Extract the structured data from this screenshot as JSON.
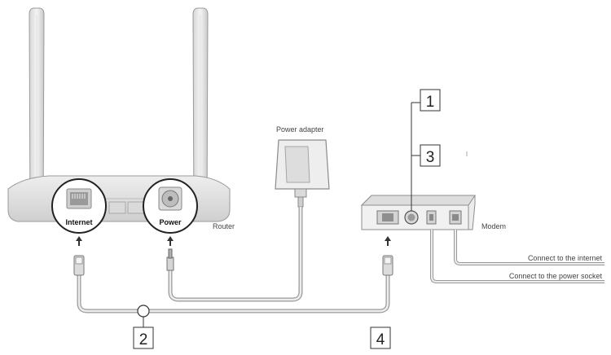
{
  "router": {
    "label": "Router",
    "ports": {
      "internet": "Internet",
      "power": "Power"
    }
  },
  "adapter": {
    "label": "Power adapter"
  },
  "modem": {
    "label": "Modem"
  },
  "steps": {
    "s1": "1",
    "s2": "2",
    "s3": "3",
    "s4": "4"
  },
  "annotations": {
    "internet": "Connect to the internet",
    "power_socket": "Connect to the power socket"
  }
}
